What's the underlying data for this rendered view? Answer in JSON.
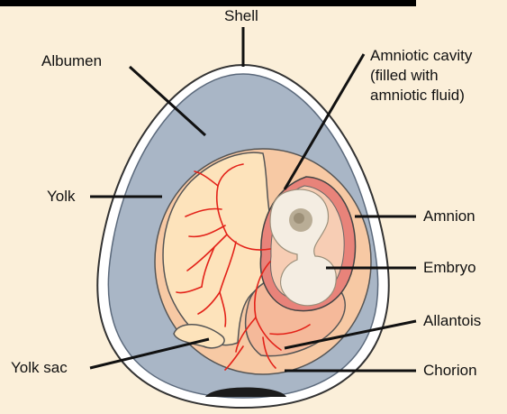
{
  "labels": {
    "shell": "Shell",
    "albumen": "Albumen",
    "amniotic_cavity_1": "Amniotic cavity",
    "amniotic_cavity_2": "(filled with",
    "amniotic_cavity_3": "amniotic fluid)",
    "yolk": "Yolk",
    "amnion": "Amnion",
    "embryo": "Embryo",
    "allantois": "Allantois",
    "yolk_sac": "Yolk sac",
    "chorion": "Chorion"
  },
  "colors": {
    "background": "#fbefd9",
    "shell": "#ffffff",
    "albumen": "#a9b6c6",
    "chorion": "#f7c9a4",
    "yolk": "#fde3bb",
    "blood_vessels": "#e32219",
    "amnion": "#e8837a",
    "embryo": "#f4ede2",
    "leader_lines": "#111111"
  }
}
